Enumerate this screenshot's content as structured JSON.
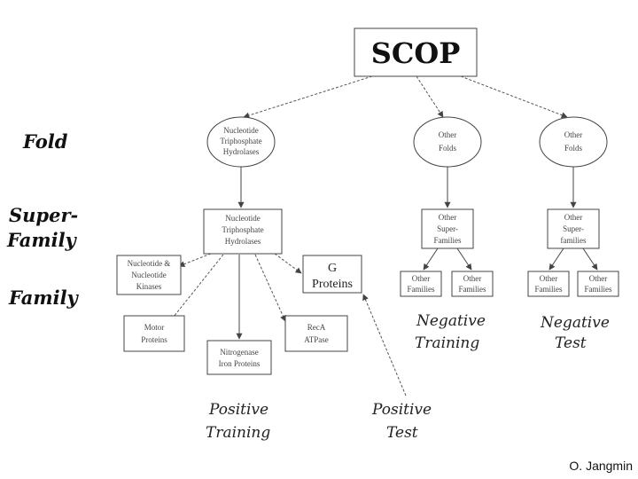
{
  "title": "SCOP",
  "levels": {
    "fold": "Fold",
    "superfamily_line1": "Super-",
    "superfamily_line2": "Family",
    "family": "Family"
  },
  "nodes": {
    "fold_main": [
      "Nucleotide",
      "Triphosphate",
      "Hydrolases"
    ],
    "fold_other1": [
      "Other",
      "Folds"
    ],
    "fold_other2": [
      "Other",
      "Folds"
    ],
    "superfamily_main": [
      "Nucleotide",
      "Triphosphate",
      "Hydrolases"
    ],
    "superfamily_other1": [
      "Other",
      "Super-",
      "Families"
    ],
    "superfamily_other2": [
      "Other",
      "Super-",
      "families"
    ],
    "family_nucleotide_kinases": [
      "Nucleotide &",
      "Nucleotide",
      "Kinases"
    ],
    "family_g_proteins": [
      "G",
      "Proteins"
    ],
    "family_motor_proteins": [
      "Motor",
      "Proteins"
    ],
    "family_nitrogenase": [
      "Nitrogenase",
      "Iron Proteins"
    ],
    "family_recat_atpase": [
      "RecA",
      "ATPase"
    ],
    "family_other1a": [
      "Other",
      "Families"
    ],
    "family_other1b": [
      "Other",
      "Families"
    ],
    "family_other2a": [
      "Other",
      "Families"
    ],
    "family_other2b": [
      "Other",
      "Families"
    ]
  },
  "annotations": {
    "negative_training": [
      "Negative",
      "Training"
    ],
    "negative_test": [
      "Negative",
      "Test"
    ],
    "positive_training": [
      "Positive",
      "Training"
    ],
    "positive_test": [
      "Positive",
      "Test"
    ]
  },
  "credit": "O. Jangmin"
}
